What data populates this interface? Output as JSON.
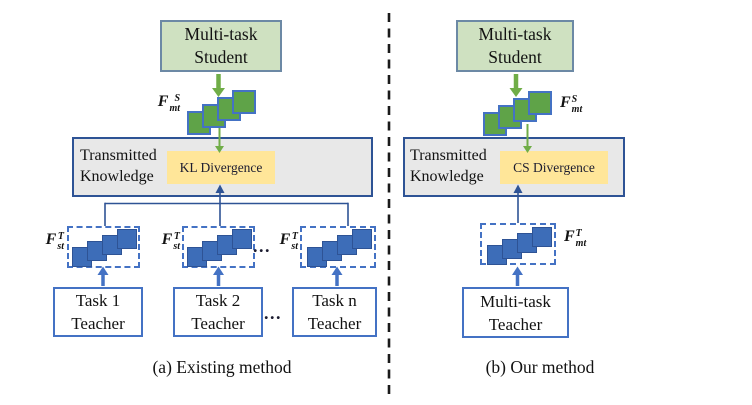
{
  "panel_a": {
    "caption": "(a) Existing method",
    "student": {
      "line1": "Multi-task",
      "line2": "Student"
    },
    "student_feature": {
      "f": "F",
      "sup": "S",
      "sub": "mt"
    },
    "transmitted": {
      "line1": "Transmitted",
      "line2": "Knowledge"
    },
    "divergence": "KL Divergence",
    "feature_labels": [
      {
        "f": "F",
        "sup": "T",
        "sub": "st"
      },
      {
        "f": "F",
        "sup": "T",
        "sub": "st"
      },
      {
        "f": "F",
        "sup": "T",
        "sub": "st"
      }
    ],
    "features_ellipsis": "...",
    "teachers": [
      {
        "line1": "Task 1",
        "line2": "Teacher"
      },
      {
        "line1": "Task 2",
        "line2": "Teacher"
      },
      {
        "line1": "Task n",
        "line2": "Teacher"
      }
    ],
    "teachers_ellipsis": "..."
  },
  "panel_b": {
    "caption": "(b) Our method",
    "student": {
      "line1": "Multi-task",
      "line2": "Student"
    },
    "student_feature": {
      "f": "F",
      "sup": "S",
      "sub": "mt"
    },
    "transmitted": {
      "line1": "Transmitted",
      "line2": "Knowledge"
    },
    "divergence": "CS Divergence",
    "teacher_feature": {
      "f": "F",
      "sup": "T",
      "sub": "mt"
    },
    "teacher": {
      "line1": "Multi-task",
      "line2": "Teacher"
    }
  },
  "colors": {
    "student_fill": "#cfe1c1",
    "student_border": "#6c89a5",
    "green_square_fill": "#5fa348",
    "green_square_border": "#4472c4",
    "green_arrow": "#70ad47",
    "panel_gray_fill": "#e8e8e8",
    "panel_gray_border": "#2e5395",
    "divergence_fill": "#ffe699",
    "blue_square_fill": "#3d6db8",
    "blue_square_border": "#2e5395",
    "dashed_box_border": "#4472c4",
    "teacher_box_border": "#4472c4",
    "blue_arrow": "#4472c4",
    "connector_dark_blue": "#2e5395",
    "separator_black": "#1a1a1a"
  }
}
